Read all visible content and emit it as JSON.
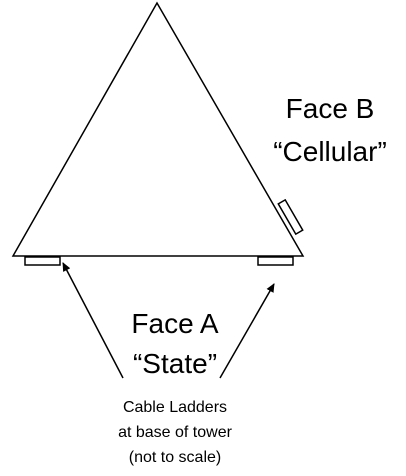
{
  "face_b": {
    "title": "Face B",
    "subtitle": "“Cellular”"
  },
  "face_a": {
    "title": "Face A",
    "subtitle": "“State”"
  },
  "note": {
    "line1": "Cable Ladders",
    "line2": "at base of tower",
    "line3": "(not to scale)"
  },
  "colors": {
    "stroke": "#000000",
    "fill": "#ffffff"
  }
}
